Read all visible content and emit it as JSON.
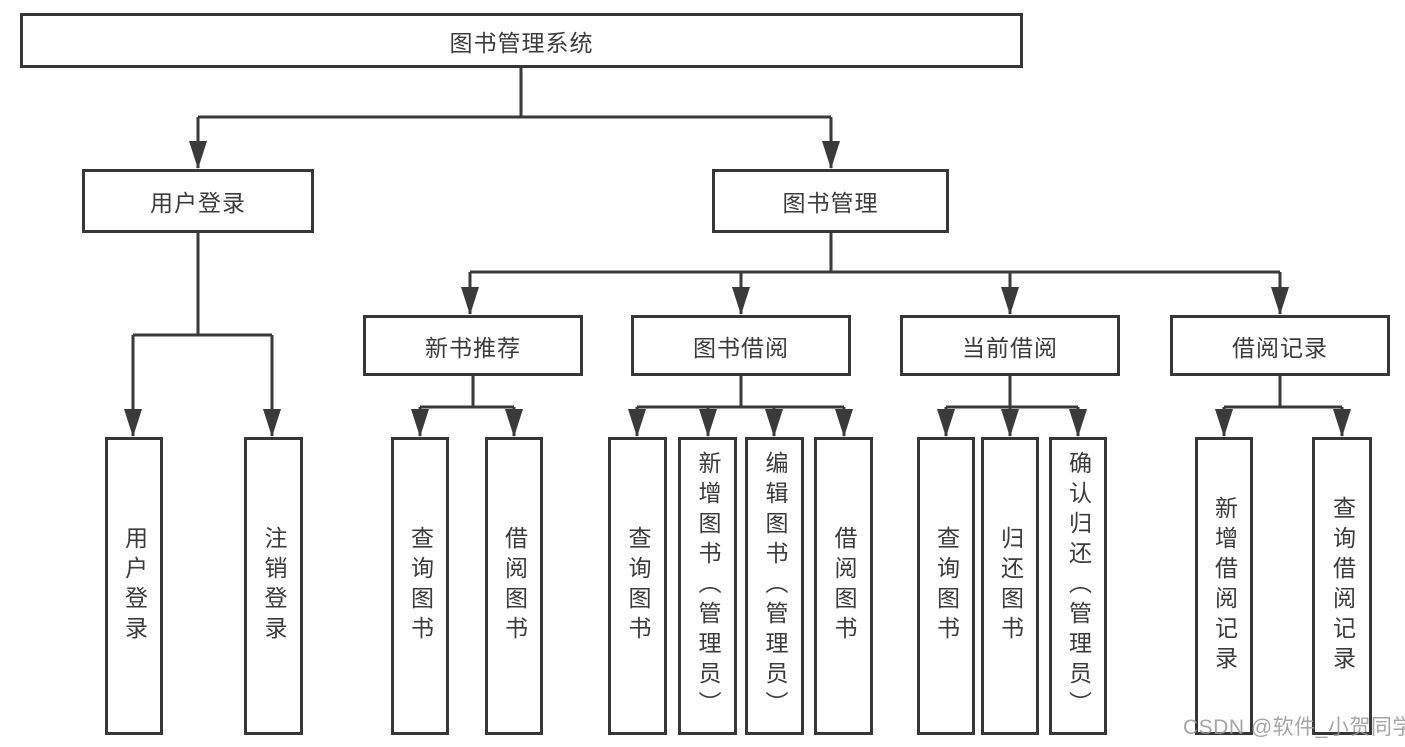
{
  "diagram_title": "图书管理系统",
  "tree": {
    "root": {
      "label": "图书管理系统"
    },
    "branches": [
      {
        "label": "用户登录",
        "leaves": [
          "用户登录",
          "注销登录"
        ]
      },
      {
        "label": "图书管理",
        "groups": [
          {
            "label": "新书推荐",
            "leaves": [
              "查询图书",
              "借阅图书"
            ]
          },
          {
            "label": "图书借阅",
            "leaves": [
              "查询图书",
              "新增图书（管理员）",
              "编辑图书（管理员）",
              "借阅图书"
            ]
          },
          {
            "label": "当前借阅",
            "leaves": [
              "查询图书",
              "归还图书",
              "确认归还（管理员）"
            ]
          },
          {
            "label": "借阅记录",
            "leaves": [
              "新增借阅记录",
              "查询借阅记录"
            ]
          }
        ]
      }
    ]
  },
  "watermark": {
    "text": "CSDN @软件_小贺同学"
  },
  "colors": {
    "line": "#3a3a3a",
    "box_border": "#373737",
    "text": "#3b3b3b",
    "watermark": "#9a9a9a",
    "background": "#ffffff"
  }
}
